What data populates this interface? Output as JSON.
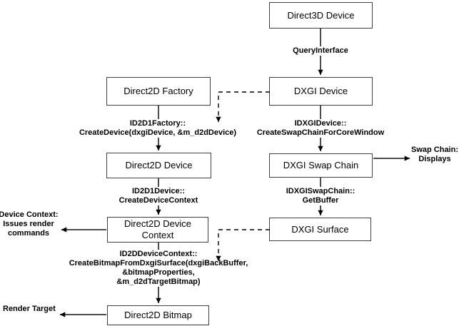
{
  "diagram": {
    "type": "flowchart",
    "nodes": {
      "direct3d_device": "Direct3D Device",
      "dxgi_device": "DXGI Device",
      "direct2d_factory": "Direct2D Factory",
      "direct2d_device": "Direct2D Device",
      "dxgi_swap_chain": "DXGI Swap Chain",
      "direct2d_device_context": "Direct2D Device\nContext",
      "dxgi_surface": "DXGI Surface",
      "direct2d_bitmap": "Direct2D Bitmap"
    },
    "edge_labels": {
      "query_interface": "QueryInterface",
      "create_device": "ID2D1Factory::\nCreateDevice(dxgiDevice, &m_d2dDevice)",
      "create_swap_chain": "IDXGIDevice::\nCreateSwapChainForCoreWindow",
      "create_device_context": "ID2D1Device::\nCreateDeviceContext",
      "get_buffer": "IDXGISwapChain::\nGetBuffer",
      "create_bitmap": "ID2DDeviceContext::\nCreateBitmapFromDxgiSurface(dxgiBackBuffer,\n&bitmapProperties,\n&m_d2dTargetBitmap)"
    },
    "annotations": {
      "swap_chain": "Swap Chain:\nDisplays",
      "device_context": "Device Context:\nIssues render\ncommands",
      "render_target": "Render Target"
    },
    "colors": {
      "background": "#ffffff",
      "text": "#000000",
      "box_border": "#3f3f3f",
      "flow_line": "#000000",
      "side_arrow_line": "#4d4d4d"
    }
  }
}
